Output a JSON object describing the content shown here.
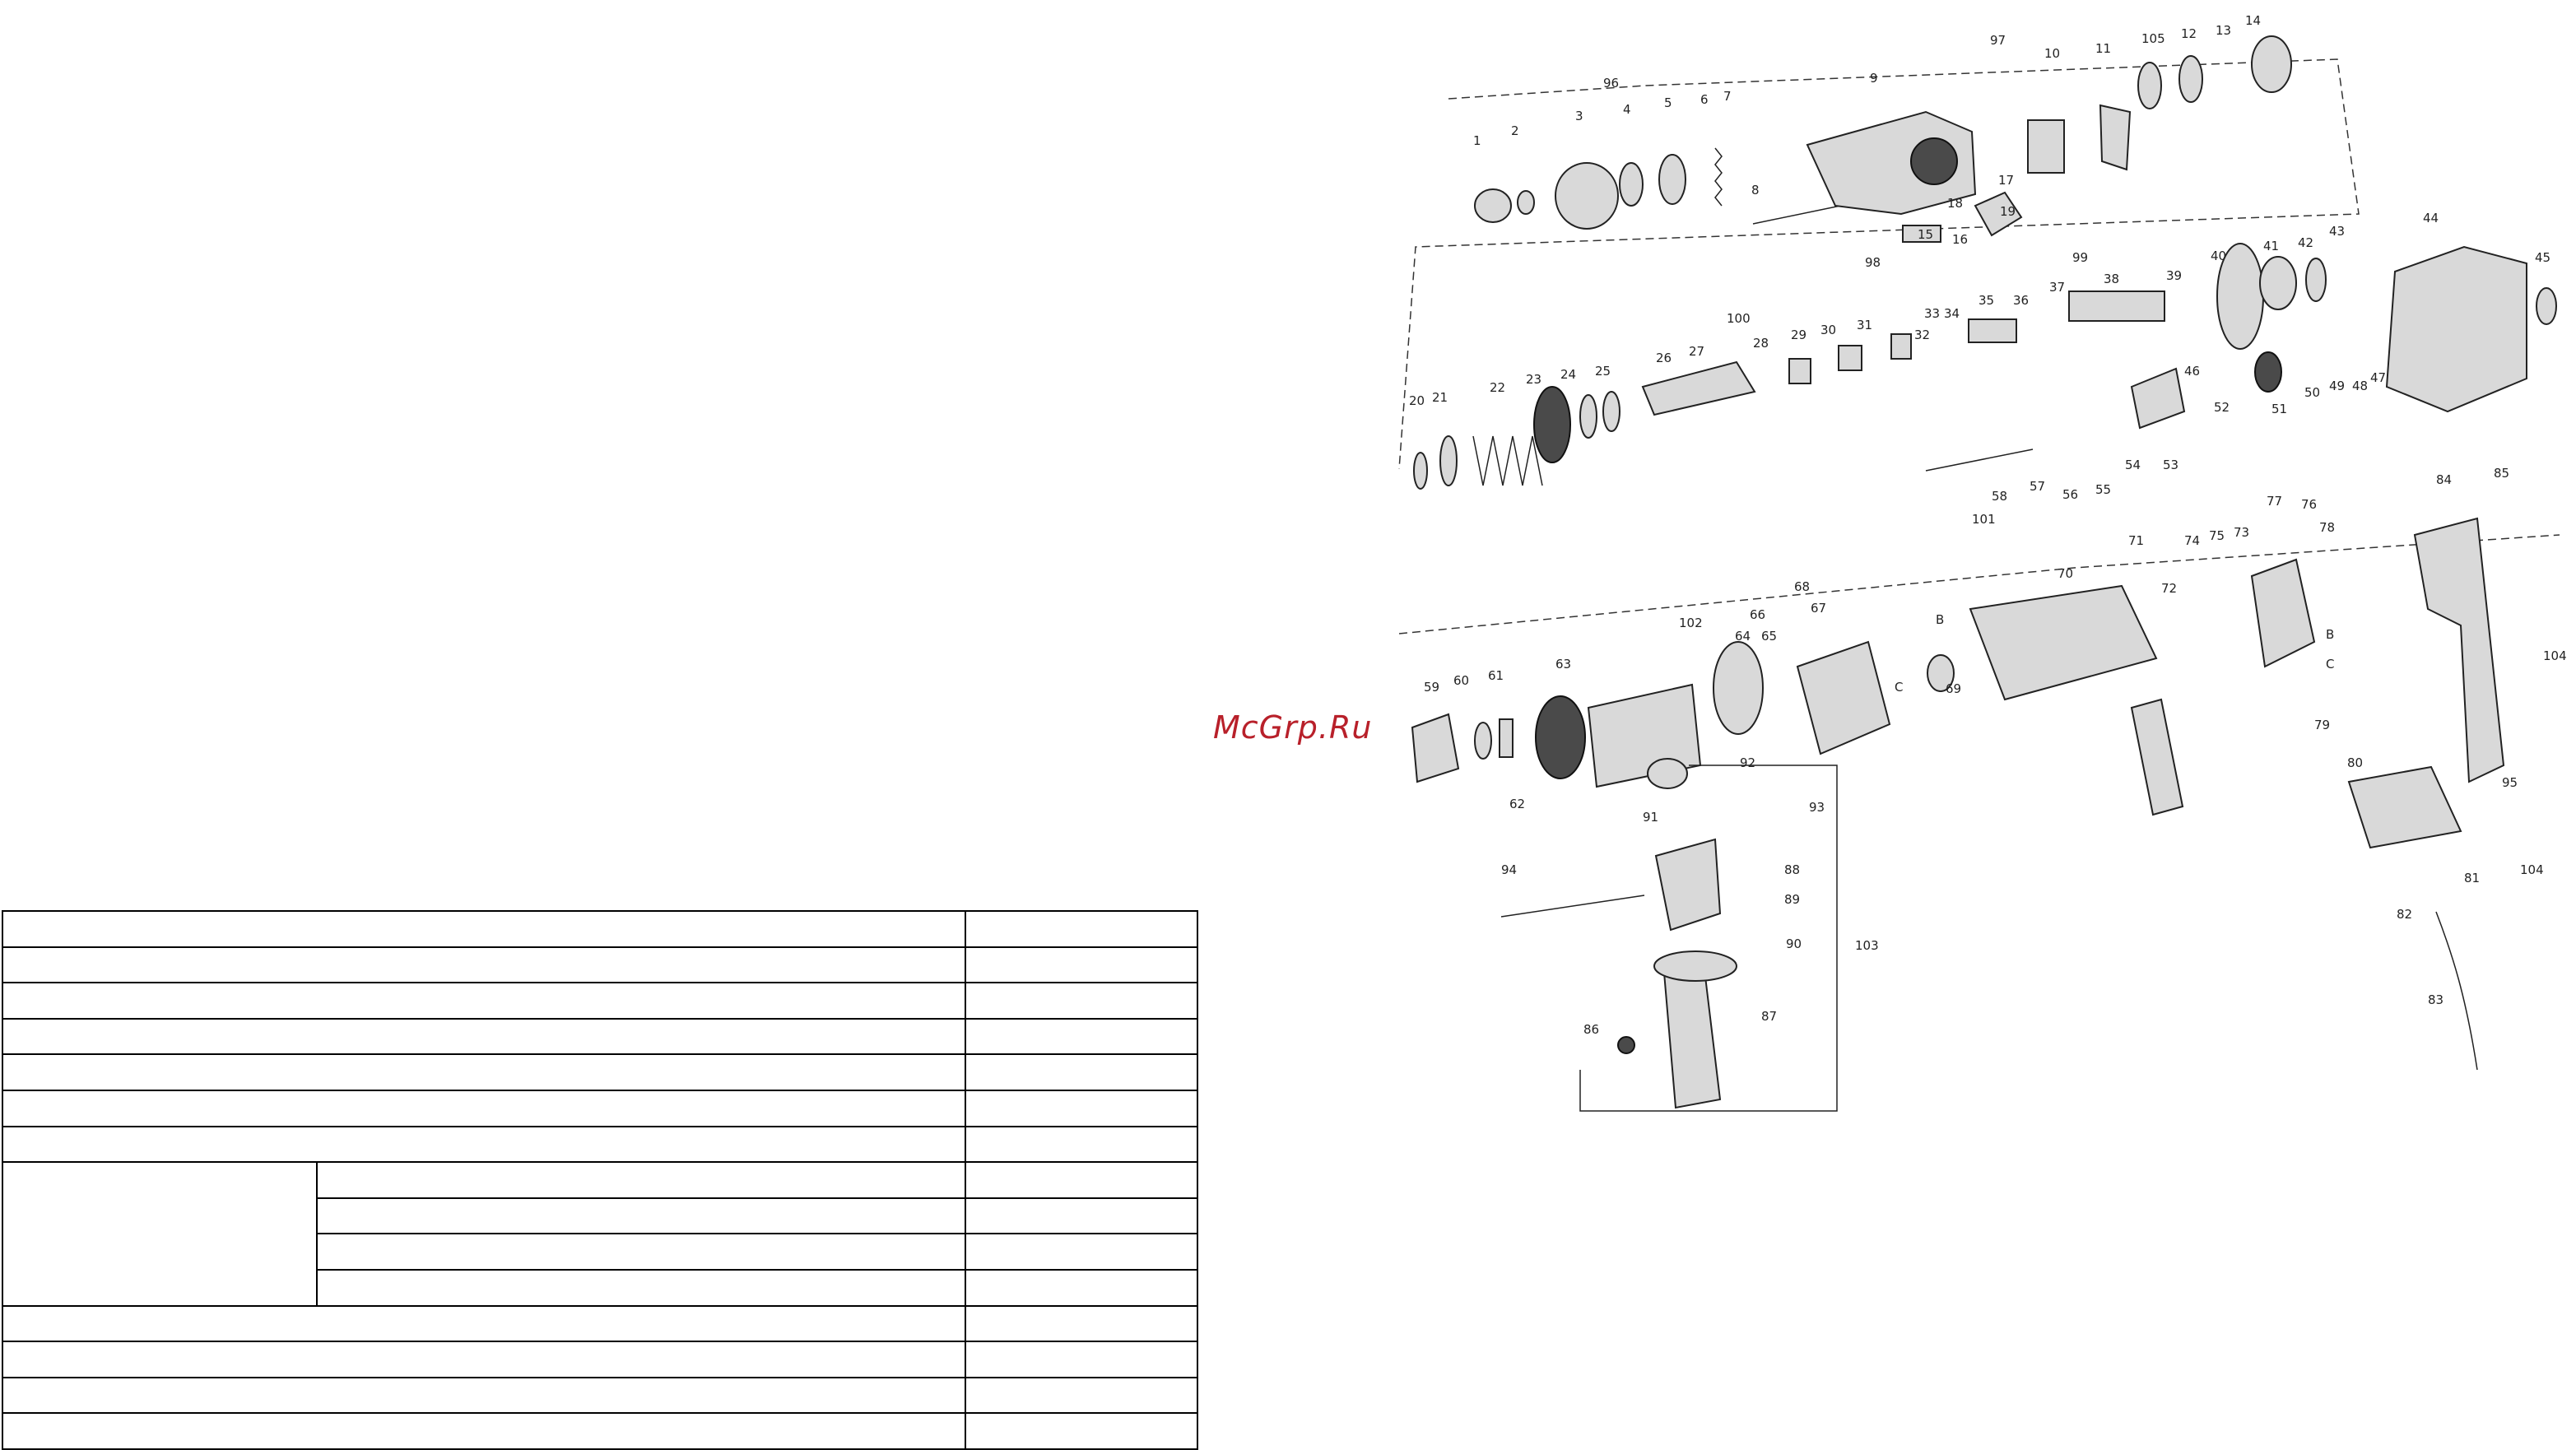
{
  "watermark": "McGrp.Ru",
  "spec_table": {
    "rows_full": 7,
    "group_rows": 4,
    "rows_after": 4
  },
  "callouts": [
    {
      "text": "96"
    },
    {
      "text": "97"
    },
    {
      "text": "1"
    },
    {
      "text": "2"
    },
    {
      "text": "3"
    },
    {
      "text": "4"
    },
    {
      "text": "5"
    },
    {
      "text": "6"
    },
    {
      "text": "7"
    },
    {
      "text": "8"
    },
    {
      "text": "9"
    },
    {
      "text": "10"
    },
    {
      "text": "11"
    },
    {
      "text": "105"
    },
    {
      "text": "12"
    },
    {
      "text": "13"
    },
    {
      "text": "14"
    },
    {
      "text": "17"
    },
    {
      "text": "18"
    },
    {
      "text": "19"
    },
    {
      "text": "15"
    },
    {
      "text": "16"
    },
    {
      "text": "98"
    },
    {
      "text": "99"
    },
    {
      "text": "40"
    },
    {
      "text": "41"
    },
    {
      "text": "42"
    },
    {
      "text": "43"
    },
    {
      "text": "44"
    },
    {
      "text": "45"
    },
    {
      "text": "100"
    },
    {
      "text": "27"
    },
    {
      "text": "28"
    },
    {
      "text": "29"
    },
    {
      "text": "30"
    },
    {
      "text": "31"
    },
    {
      "text": "33"
    },
    {
      "text": "34"
    },
    {
      "text": "35"
    },
    {
      "text": "36"
    },
    {
      "text": "37"
    },
    {
      "text": "38"
    },
    {
      "text": "39"
    },
    {
      "text": "32"
    },
    {
      "text": "46"
    },
    {
      "text": "20"
    },
    {
      "text": "21"
    },
    {
      "text": "22"
    },
    {
      "text": "23"
    },
    {
      "text": "24"
    },
    {
      "text": "25"
    },
    {
      "text": "26"
    },
    {
      "text": "47"
    },
    {
      "text": "48"
    },
    {
      "text": "49"
    },
    {
      "text": "50"
    },
    {
      "text": "51"
    },
    {
      "text": "52"
    },
    {
      "text": "53"
    },
    {
      "text": "54"
    },
    {
      "text": "55"
    },
    {
      "text": "56"
    },
    {
      "text": "57"
    },
    {
      "text": "58"
    },
    {
      "text": "101"
    },
    {
      "text": "77"
    },
    {
      "text": "76"
    },
    {
      "text": "78"
    },
    {
      "text": "84"
    },
    {
      "text": "85"
    },
    {
      "text": "71"
    },
    {
      "text": "74"
    },
    {
      "text": "75"
    },
    {
      "text": "73"
    },
    {
      "text": "70"
    },
    {
      "text": "72"
    },
    {
      "text": "102"
    },
    {
      "text": "66"
    },
    {
      "text": "68"
    },
    {
      "text": "64"
    },
    {
      "text": "65"
    },
    {
      "text": "67"
    },
    {
      "text": "63"
    },
    {
      "text": "59"
    },
    {
      "text": "60"
    },
    {
      "text": "61"
    },
    {
      "text": "62"
    },
    {
      "text": "69"
    },
    {
      "text": "104"
    },
    {
      "text": "79"
    },
    {
      "text": "80"
    },
    {
      "text": "95"
    },
    {
      "text": "92"
    },
    {
      "text": "91"
    },
    {
      "text": "93"
    },
    {
      "text": "94"
    },
    {
      "text": "88"
    },
    {
      "text": "89"
    },
    {
      "text": "90"
    },
    {
      "text": "103"
    },
    {
      "text": "87"
    },
    {
      "text": "86"
    },
    {
      "text": "81"
    },
    {
      "text": "104"
    },
    {
      "text": "82"
    },
    {
      "text": "83"
    },
    {
      "text": "B"
    },
    {
      "text": "C"
    },
    {
      "text": "B"
    },
    {
      "text": "C"
    }
  ]
}
